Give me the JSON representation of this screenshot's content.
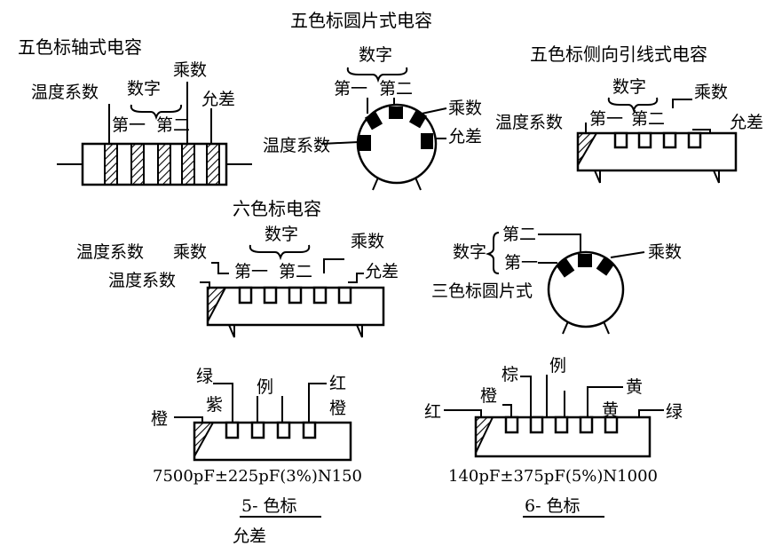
{
  "colors": {
    "ink": "#000000",
    "background": "#ffffff"
  },
  "axial5": {
    "title": "五色标轴式电容",
    "temp": "温度系数",
    "digits": "数字",
    "mult": "乘数",
    "tol": "允差",
    "first": "第一",
    "second": "第二"
  },
  "disc5": {
    "title": "五色标圆片式电容",
    "digits": "数字",
    "first": "第一",
    "second": "第二",
    "mult": "乘数",
    "tol": "允差",
    "temp": "温度系数"
  },
  "side5": {
    "title": "五色标侧向引线式电容",
    "digits": "数字",
    "temp": "温度系数",
    "first": "第一",
    "second": "第二",
    "mult": "乘数",
    "tol": "允差"
  },
  "six": {
    "title": "六色标电容",
    "digits": "数字",
    "temp_upper": "温度系数",
    "mult_upper": "乘数",
    "temp_lower": "温度系数",
    "first": "第一",
    "second": "第二",
    "mult": "乘数",
    "tol": "允差"
  },
  "disc3": {
    "title": "三色标圆片式",
    "digits": "数字",
    "first": "第一",
    "second": "第二",
    "mult": "乘数"
  },
  "ex5": {
    "header": "例",
    "green": "绿",
    "purple": "紫",
    "red": "红",
    "orange_left": "橙",
    "orange_right": "橙",
    "value": "7500pF±225pF(3%)N150",
    "caption": "5- 色标",
    "tol": "允差"
  },
  "ex6": {
    "header": "例",
    "brown": "棕",
    "orange": "橙",
    "red": "红",
    "yellow_top": "黄",
    "yellow": "黄",
    "green": "绿",
    "value": "140pF±375pF(5%)N1000",
    "caption": "6- 色标"
  }
}
